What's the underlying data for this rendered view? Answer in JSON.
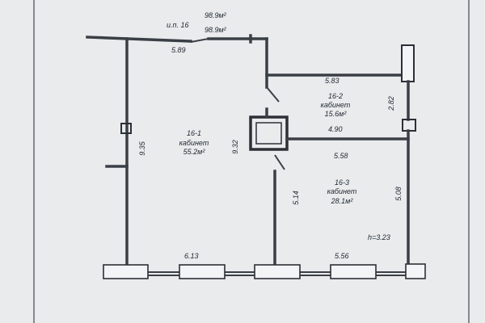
{
  "header": {
    "unit": "и.п. 16",
    "area_top": "98.9м²",
    "area_bottom": "98.9м²"
  },
  "rooms": [
    {
      "id": "16-1",
      "type": "кабинет",
      "area": "55.2м²"
    },
    {
      "id": "16-2",
      "type": "кабинет",
      "area": "15.6м²"
    },
    {
      "id": "16-3",
      "type": "кабинет",
      "area": "28.1м²"
    }
  ],
  "dimensions": {
    "top_left": "5.89",
    "room2_top": "5.83",
    "room2_side": "2.82",
    "room2_bottom": "4.90",
    "room3_top": "5.58",
    "room1_height": "9.35",
    "center_height": "9.32",
    "room3_left_height": "5.14",
    "room3_right_height": "5.08",
    "bottom_left": "6.13",
    "bottom_right": "5.56"
  },
  "ceiling_height": "h=3.23"
}
